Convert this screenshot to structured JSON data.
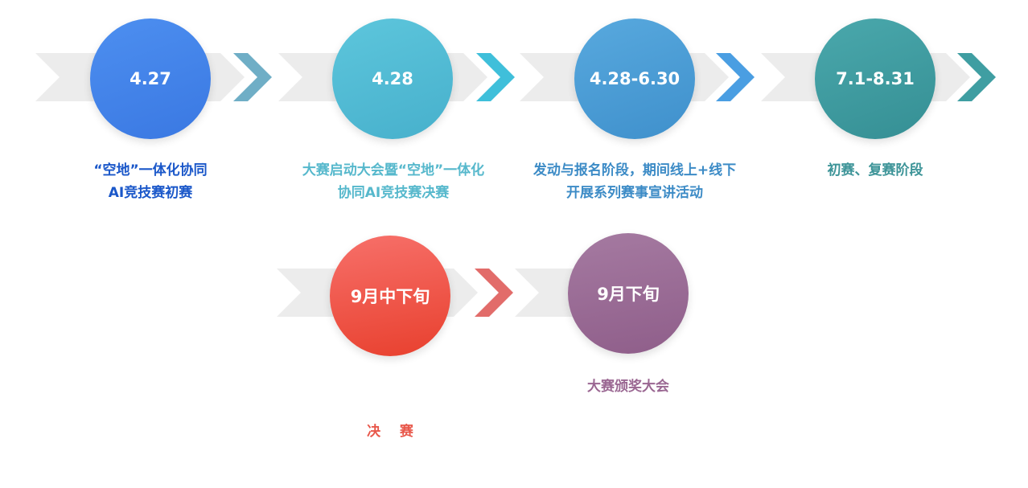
{
  "colors": {
    "band": "#ececec",
    "blue": "#3f7ee8",
    "cyan": "#55bcd4",
    "mid_blue": "#4a9fd6",
    "teal": "#3e9ea2",
    "red": "#ee5241",
    "purple": "#9b6a95",
    "caption_blue": "#1a57c9",
    "caption_cyan": "#56b8cc",
    "caption_mid_blue": "#3c8bc6",
    "caption_teal": "#3d9498",
    "caption_red": "#e8574a",
    "caption_purple": "#9a6792"
  },
  "timeline": {
    "row1": [
      {
        "date": "4.27",
        "caption_lines": [
          "“空地”一体化协同",
          "AI竞技赛初赛"
        ]
      },
      {
        "date": "4.28",
        "caption_lines": [
          "大赛启动大会暨“空地”一体化",
          "协同AI竞技赛决赛"
        ]
      },
      {
        "date": "4.28-6.30",
        "caption_lines": [
          "发动与报名阶段，期间线上+线下",
          "开展系列赛事宣讲活动"
        ]
      },
      {
        "date": "7.1-8.31",
        "caption_lines": [
          "初赛、复赛阶段"
        ]
      }
    ],
    "row2": [
      {
        "date": "9月中下旬",
        "caption_lines": [
          "决    赛"
        ]
      },
      {
        "date": "9月下旬",
        "caption_lines": [
          "大赛颁奖大会"
        ]
      }
    ]
  }
}
